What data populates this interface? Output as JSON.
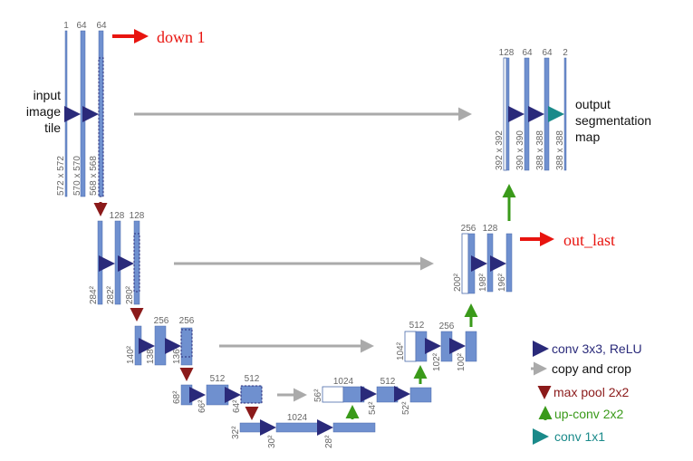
{
  "labels": {
    "input": [
      "input",
      "image",
      "tile"
    ],
    "output": [
      "output",
      "segmentation",
      "map"
    ],
    "down1": "down 1",
    "out_last": "out_last"
  },
  "channels": {
    "l1": [
      "1",
      "64",
      "64"
    ],
    "l2": [
      "128",
      "128"
    ],
    "l3": [
      "256",
      "256"
    ],
    "l4": [
      "512",
      "512"
    ],
    "bottom": [
      "1024"
    ],
    "u4": [
      "1024",
      "512"
    ],
    "u3": [
      "512",
      "256"
    ],
    "u2": [
      "256",
      "128"
    ],
    "u1": [
      "128",
      "64",
      "64",
      "2"
    ]
  },
  "dims": {
    "l1": [
      "572 x 572",
      "570 x 570",
      "568 x 568"
    ],
    "l2": [
      "284²",
      "282²",
      "280²"
    ],
    "l3": [
      "140²",
      "138²",
      "136²"
    ],
    "l4": [
      "68²",
      "66²",
      "64²"
    ],
    "bottom": [
      "32²",
      "30²",
      "28²"
    ],
    "u4": [
      "56²",
      "54²",
      "52²"
    ],
    "u3": [
      "104²",
      "102²",
      "100²"
    ],
    "u2": [
      "200²",
      "198²",
      "196²"
    ],
    "u1": [
      "392 x 392",
      "390 x 390",
      "388 x 388",
      "388 x 388"
    ]
  },
  "legend": [
    {
      "text": "conv 3x3, ReLU",
      "color": "#2a2a7a",
      "icon": "right-arrow-icon"
    },
    {
      "text": "copy and crop",
      "color": "#aaaaaa",
      "icon": "right-arrow-icon"
    },
    {
      "text": "max pool 2x2",
      "color": "#8b1a1a",
      "icon": "down-arrow-icon"
    },
    {
      "text": "up-conv 2x2",
      "color": "#3a9a1a",
      "icon": "up-arrow-icon"
    },
    {
      "text": "conv 1x1",
      "color": "#1a8a8a",
      "icon": "right-arrow-icon"
    }
  ],
  "colors": {
    "block": "#6f90cf",
    "conv": "#2a2a7a",
    "copy": "#aaaaaa",
    "pool": "#8b1a1a",
    "upconv": "#3a9a1a",
    "conv1x1": "#1a8a8a",
    "highlight": "#e8140f"
  }
}
